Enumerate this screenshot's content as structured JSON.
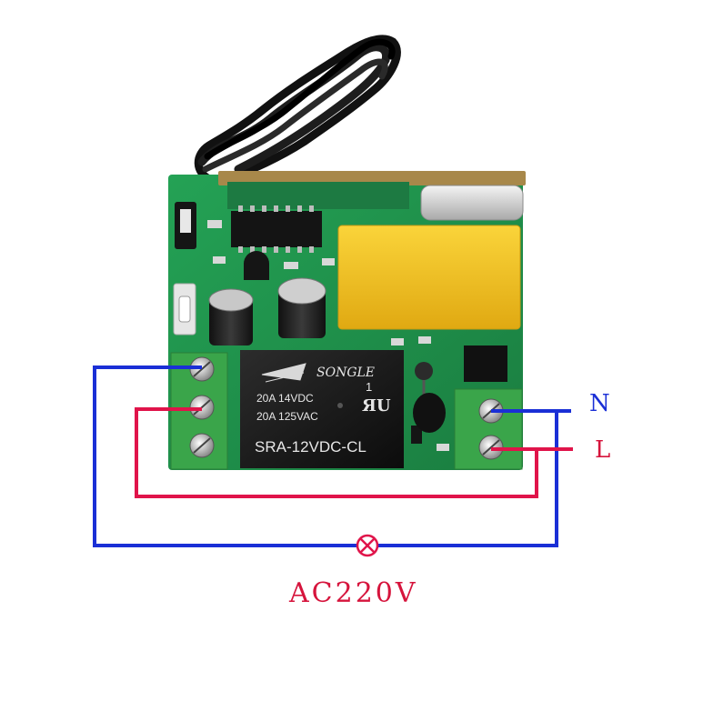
{
  "relay": {
    "brand": "SONGLE",
    "rating_dc": "20A  14VDC",
    "rating_ac": "20A  125VAC",
    "model": "SRA-12VDC-CL",
    "mark_digit": "1"
  },
  "terminals": {
    "neutral_label": "N",
    "live_label": "L"
  },
  "load": {
    "supply_label": "AC220V"
  },
  "colors": {
    "neutral_wire": "#1a2fd6",
    "live_wire": "#e0144a",
    "label_neutral": "#1a2fd6",
    "label_live": "#d6143c",
    "label_supply": "#d6143c",
    "pcb": "#1f8f4a",
    "terminal_block": "#3aa54a",
    "capacitor_yellow": "#f2c21a",
    "relay_body": "#1a1a1a"
  }
}
